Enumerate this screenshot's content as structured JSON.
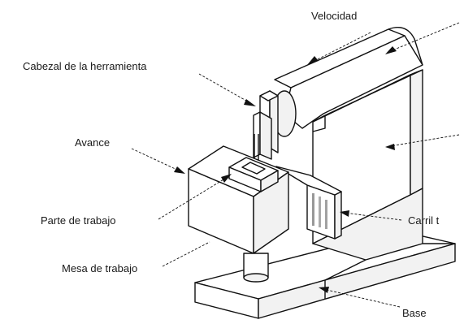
{
  "labels": {
    "velocidad": "Velocidad",
    "cabezal": "Cabezal de la herramienta",
    "avance": "Avance",
    "parte": "Parte de trabajo",
    "mesa": "Mesa de trabajo",
    "carril": "Carril t",
    "base": "Base"
  }
}
